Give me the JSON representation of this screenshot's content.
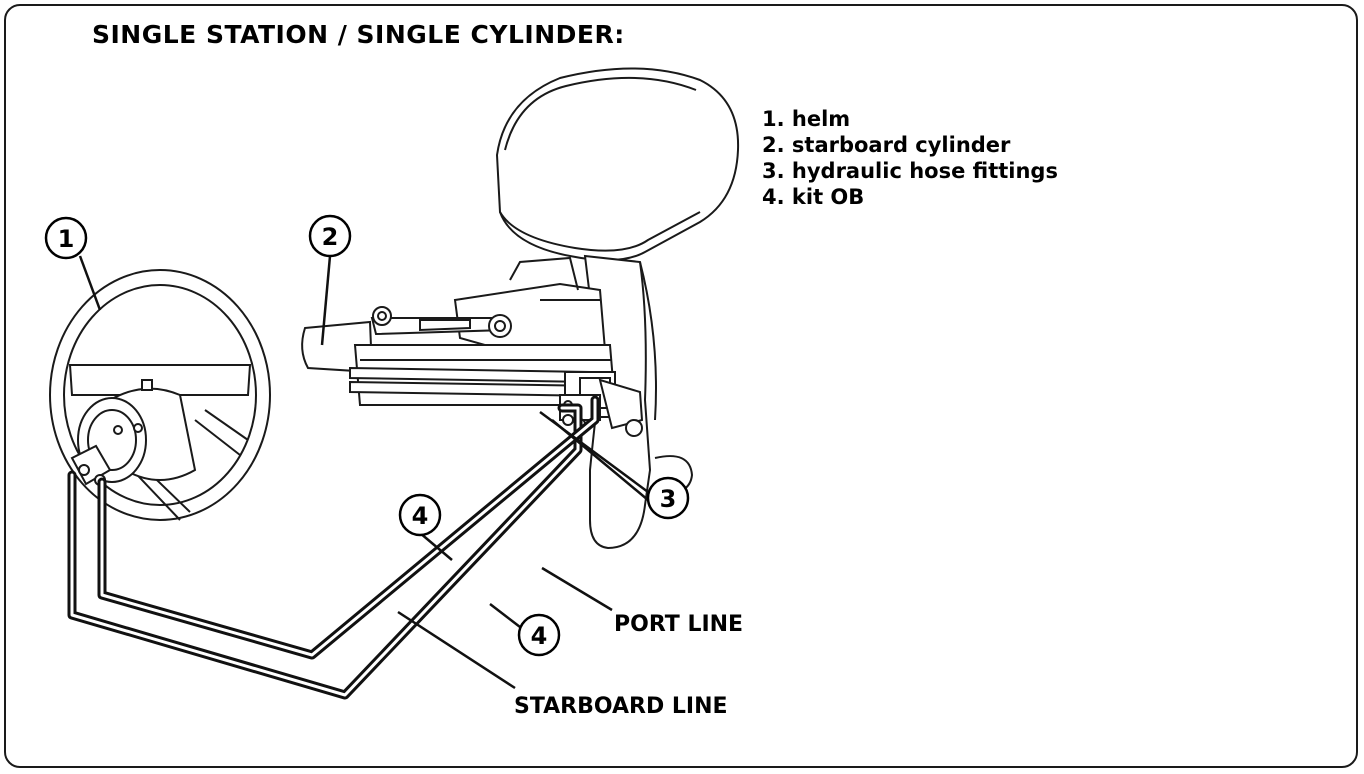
{
  "title": "SINGLE STATION / SINGLE CYLINDER:",
  "legend": [
    "1. helm",
    "2. starboard cylinder",
    "3. hydraulic hose fittings",
    "4. kit OB"
  ],
  "callouts": {
    "helm": "1",
    "cylinder": "2",
    "fittings": "3",
    "kit_upper": "4",
    "kit_lower": "4"
  },
  "labels": {
    "port_line": "PORT LINE",
    "starboard_line": "STARBOARD LINE"
  }
}
